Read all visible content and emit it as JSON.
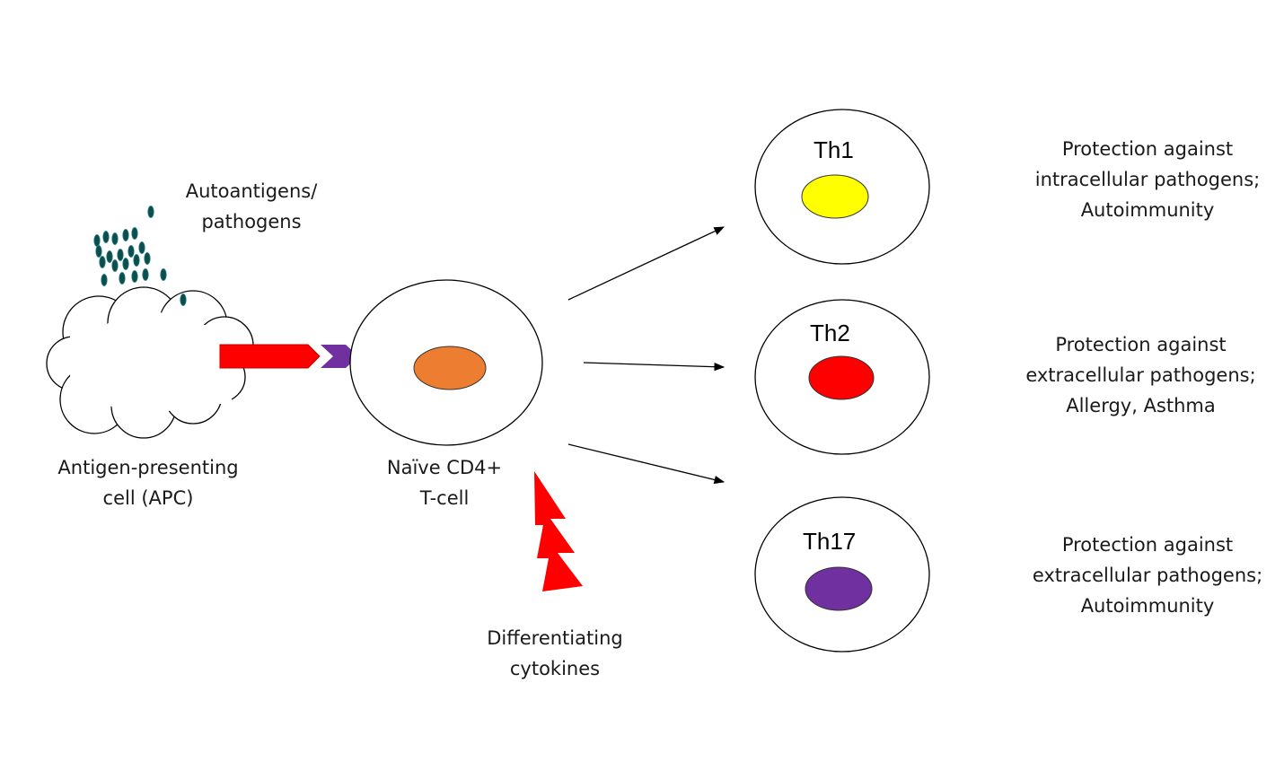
{
  "antigens_label": [
    "Autoantigens/",
    "pathogens"
  ],
  "apc_label": [
    "Antigen-presenting",
    "cell (APC)"
  ],
  "naive_label": [
    "Naïve CD4+",
    "T-cell"
  ],
  "cytokines_label": [
    "Differentiating",
    "cytokines"
  ],
  "subsets": [
    {
      "name": "Th1",
      "nucleus_color": "#ffff00",
      "function": [
        "Protection against",
        "intracellular pathogens;",
        "Autoimmunity"
      ]
    },
    {
      "name": "Th2",
      "nucleus_color": "#ff0000",
      "function": [
        "Protection against",
        "extracellular pathogens;",
        "Allergy, Asthma"
      ]
    },
    {
      "name": "Th17",
      "nucleus_color": "#7030a0",
      "function": [
        "Protection against",
        "extracellular pathogens;",
        "Autoimmunity"
      ]
    }
  ],
  "colors": {
    "naive_nucleus": "#ed7d31",
    "presentation_arrow": "#ff0000",
    "receptor_chevron": "#7030a0",
    "lightning": "#ff0000",
    "antigen_particles": "#0b4e4e"
  }
}
